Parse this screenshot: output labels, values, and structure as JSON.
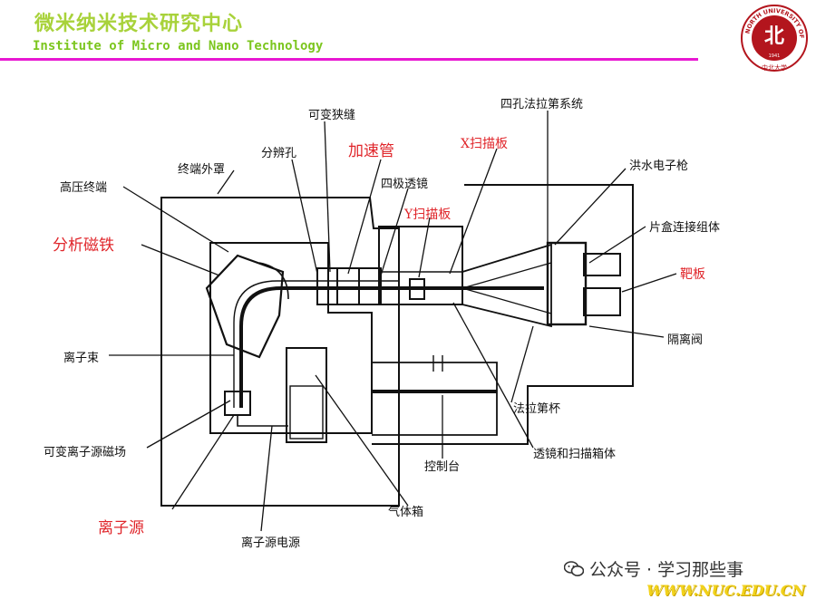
{
  "header": {
    "title_cn": "微米纳米技术研究中心",
    "title_en": "Institute of Micro and Nano Technology",
    "logo_text": "NORTH UNIVERSITY OF CHINA",
    "logo_year": "1941",
    "logo_mark": "中北大学"
  },
  "labels": {
    "high_voltage_terminal": "高压终端",
    "terminal_housing": "终端外罩",
    "analyzing_magnet": "分析磁铁",
    "resolving_aperture": "分辨孔",
    "variable_slit": "可变狭缝",
    "accelerator_tube": "加速管",
    "quadrupole_lens": "四极透镜",
    "y_scan_plate": "Y扫描板",
    "x_scan_plate": "X扫描板",
    "quad_faraday": "四孔法拉第系统",
    "flood_gun": "洪水电子枪",
    "wafer_assembly": "片盒连接组体",
    "target_plate": "靶板",
    "isolation_valve": "隔离阀",
    "ion_beam": "离子束",
    "faraday_cup": "法拉第杯",
    "variable_field": "可变离子源磁场",
    "lens_scan_box": "透镜和扫描箱体",
    "control_console": "控制台",
    "gas_box": "气体箱",
    "ion_source": "离子源",
    "ion_source_power": "离子源电源"
  },
  "footer": {
    "wechat": "公众号 · 学习那些事",
    "url": "WWW.NUC.EDU.CN"
  },
  "colors": {
    "title_cn": "#a8d23a",
    "title_en": "#7cc61f",
    "rule": "#e818d2",
    "red_label": "#e0262b",
    "url": "#f2d21b"
  }
}
